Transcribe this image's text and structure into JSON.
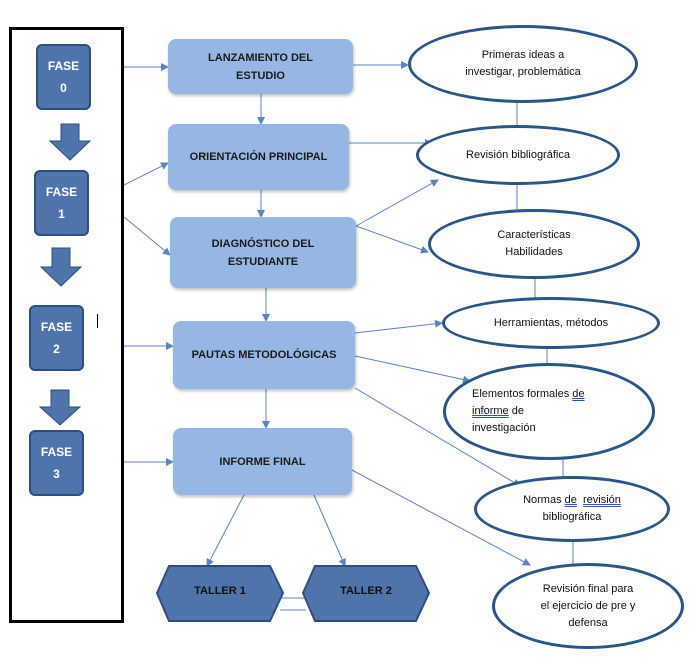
{
  "phases": [
    {
      "label": "FASE",
      "num": "0"
    },
    {
      "label": "FASE",
      "num": "1"
    },
    {
      "label": "FASE",
      "num": "2"
    },
    {
      "label": "FASE",
      "num": "3"
    }
  ],
  "boxes": {
    "lanzamiento": [
      "LANZAMIENTO DEL",
      "ESTUDIO"
    ],
    "orientacion": "ORIENTACIÓN PRINCIPAL",
    "diagnostico": [
      "DIAGNÓSTICO DEL",
      "ESTUDIANTE"
    ],
    "pautas": "PAUTAS METODOLÓGICAS",
    "informe": "INFORME FINAL"
  },
  "talleres": [
    "TALLER 1",
    "TALLER 2"
  ],
  "ellipses": {
    "e1": [
      "Primeras ideas a",
      "investigar, problemática"
    ],
    "e2": "Revisión bibliográfica",
    "e3": [
      "Características",
      "Habilidades"
    ],
    "e4": "Herramientas, métodos",
    "e5": {
      "l1a": "Elementos formales ",
      "l1b": "de",
      "l2a": "informe",
      "l2b": " de",
      "l3": "investigación"
    },
    "e6": {
      "l1a": "Normas ",
      "l1b": "de",
      "l1c": "  ",
      "l1d": "revisión",
      "l2": "bibliográfica"
    },
    "e7": [
      "Revisión final para",
      "el ejercicio de pre y",
      "defensa"
    ]
  },
  "colors": {
    "phase": "#4f74ac",
    "box": "#96b7e4",
    "ellipse_border": "#2a5688",
    "connector": "#5b84c0"
  }
}
